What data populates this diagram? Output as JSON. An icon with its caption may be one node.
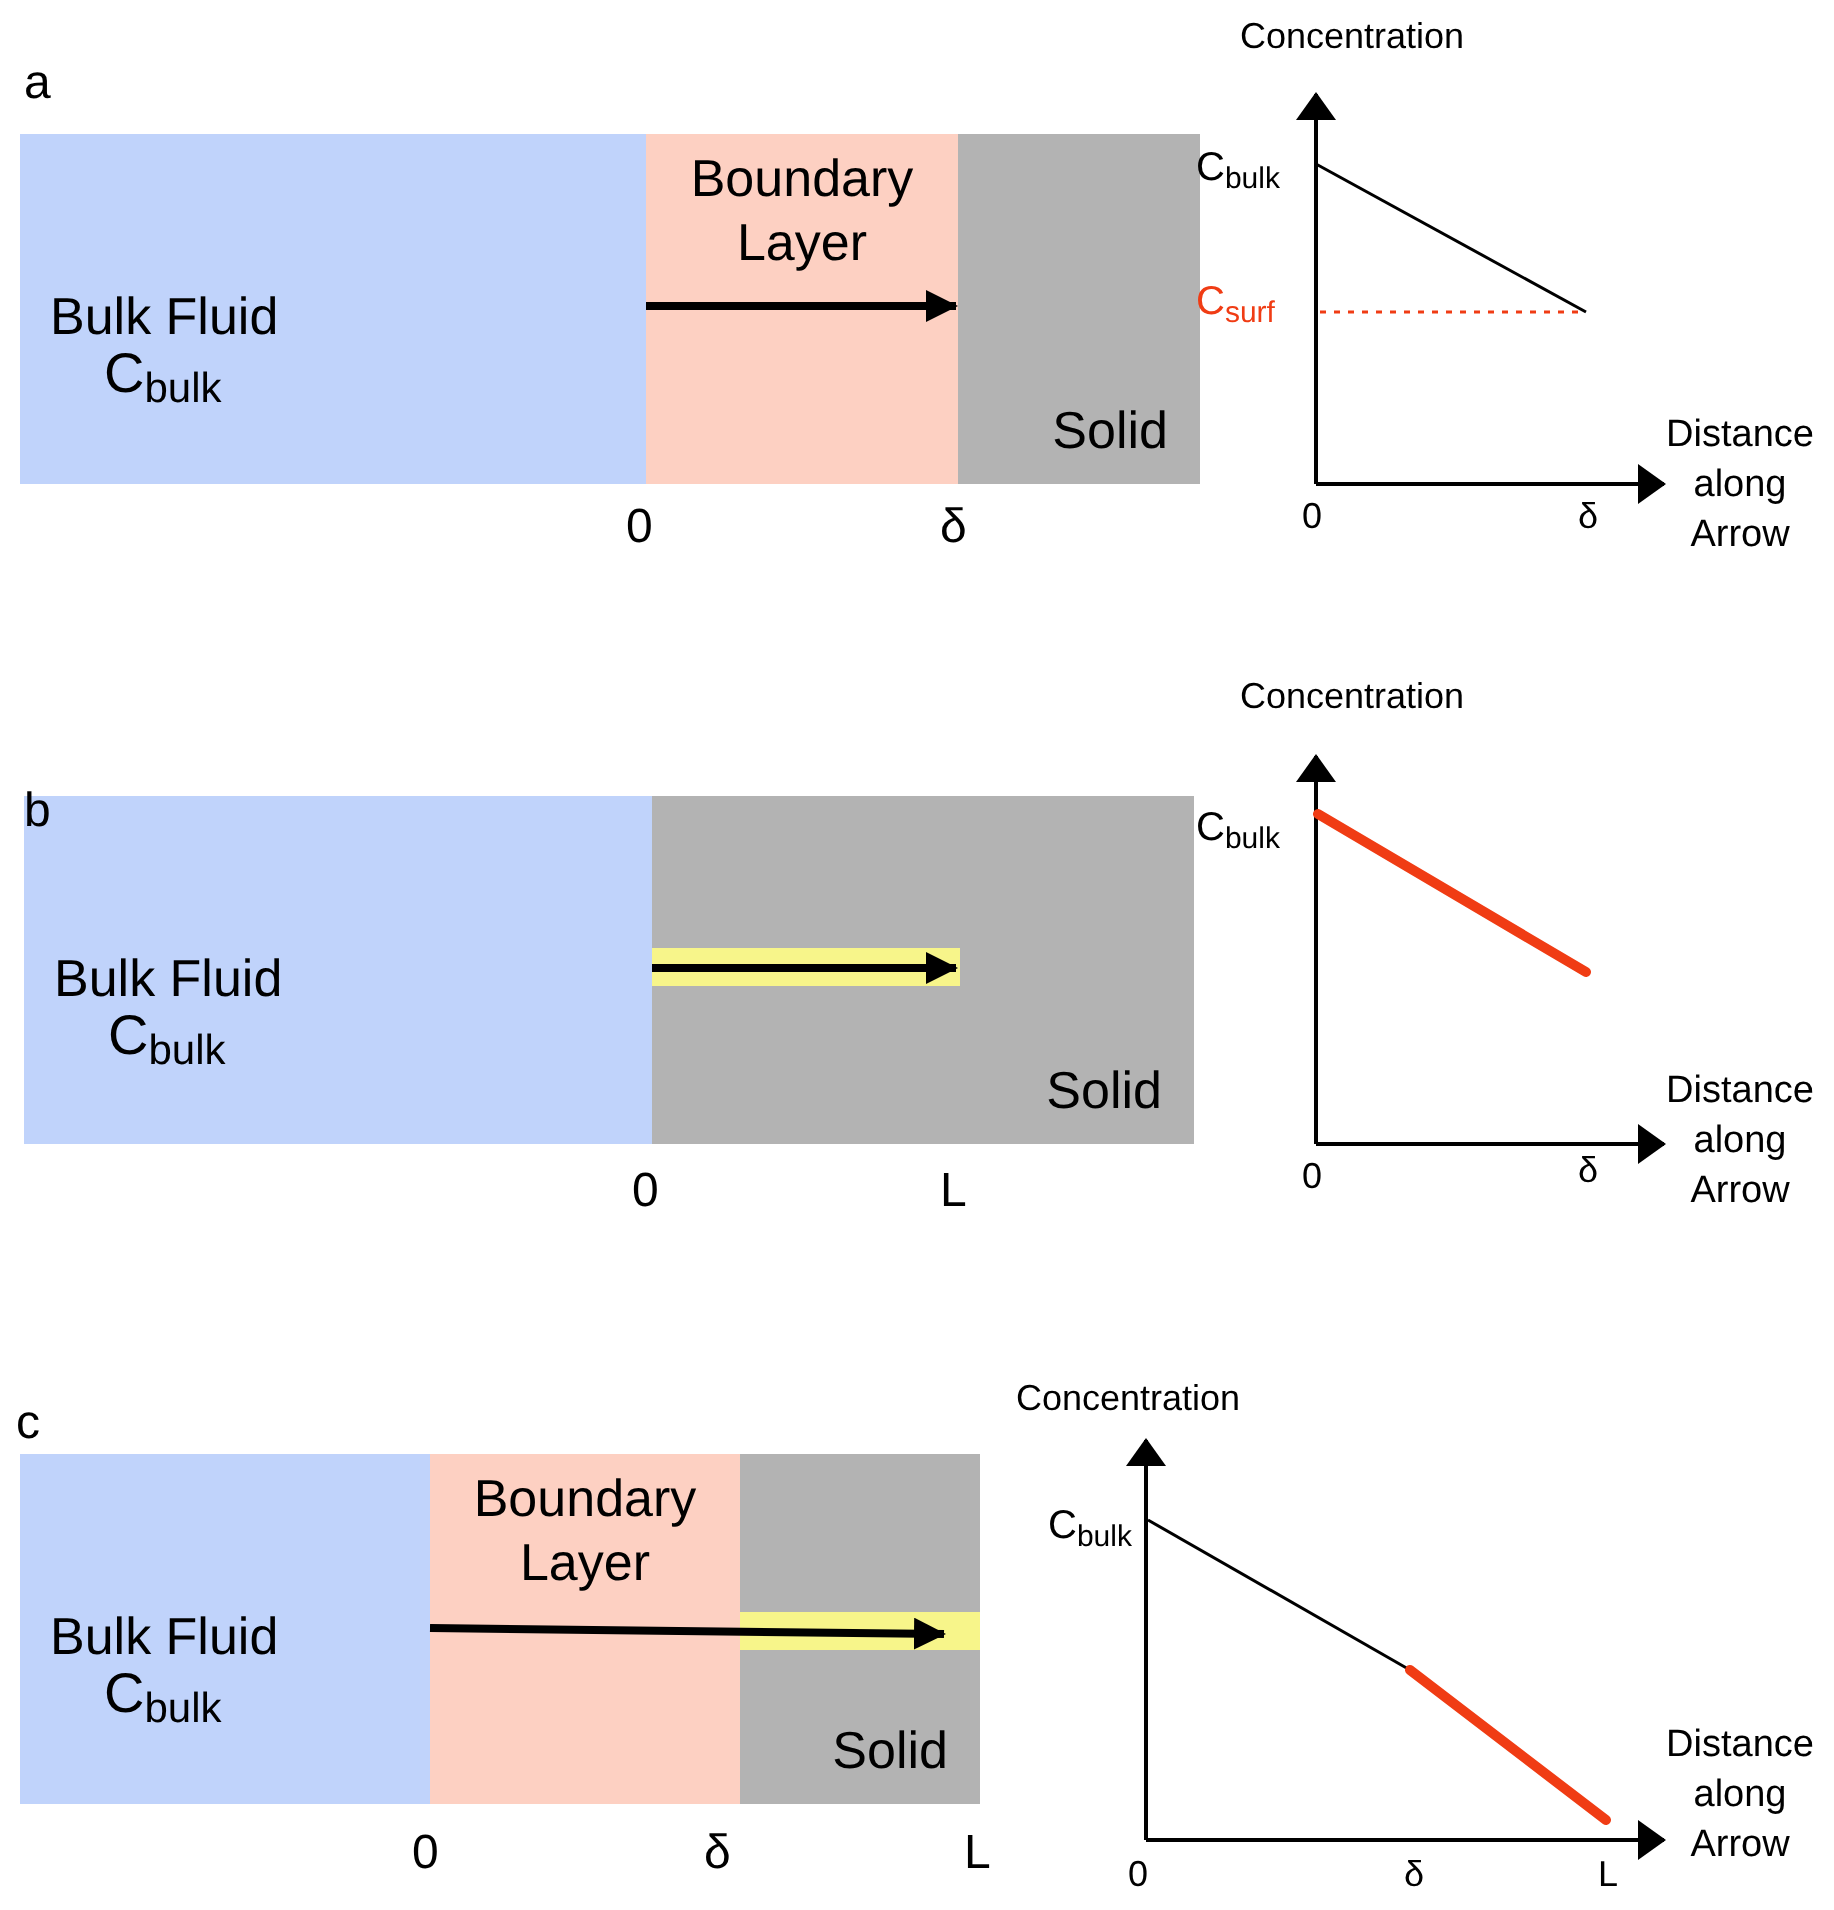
{
  "diagram": {
    "nodes": [
      {
        "text": [
          "Bulk Fluid",
          "C$_{bulk}$"
        ]
      },
      {
        "text": [
          "Boundary Layer"
        ]
      },
      {
        "text": [
          "Solid"
        ]
      },
      {
        "text": [
          "Bulk Fluid",
          "C$_{bulk}$"
        ]
      },
      {
        "text": [
          "Solid"
        ]
      },
      {
        "text": [
          "Bulk Fluid",
          "C$_{bulk}$"
        ]
      },
      {
        "text": [
          "Boundary Layer"
        ]
      },
      {
        "text": [
          "Solid"
        ]
      }
    ],
    "edges": [
      {
        "from": 1,
        "to": 2,
        "arrow": "to"
      },
      {
        "from": 3,
        "to": 4,
        "arrow": "to"
      },
      {
        "from": 6,
        "to": 7,
        "arrow": "to"
      }
    ],
    "labels": [
      "a",
      "0",
      "δ",
      "Concentration",
      "C$_{bulk}$",
      "C$_{surf}$",
      "Distance along Arrow",
      "0",
      "δ",
      "b",
      "0",
      "L",
      "Concentration",
      "C$_{bulk}$",
      "Distance along Arrow",
      "0",
      "δ",
      "c",
      "0",
      "δ",
      "L",
      "Concentration",
      "C$_{bulk}$",
      "Distance along Arrow",
      "0",
      "δ",
      "L"
    ]
  }
}
